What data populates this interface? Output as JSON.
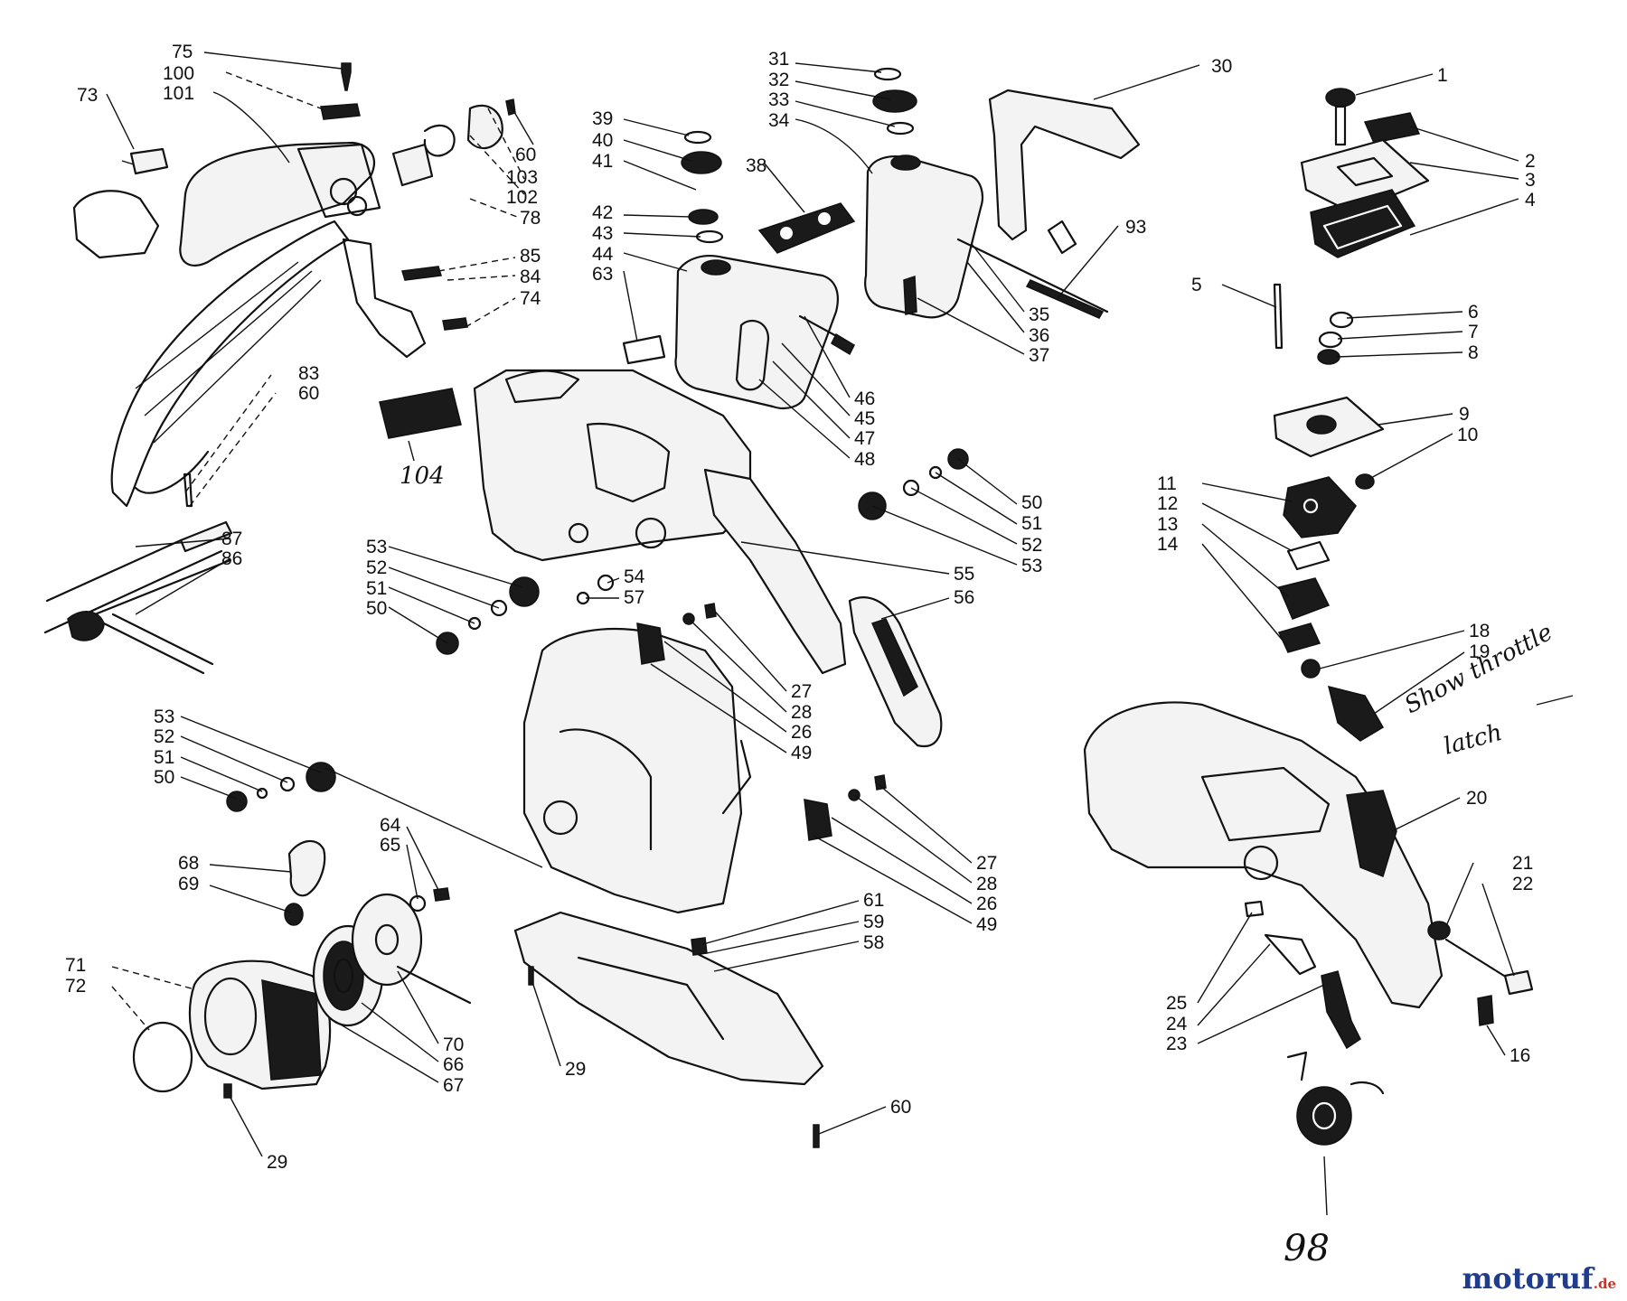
{
  "callouts": [
    {
      "id": "c75",
      "label": "75"
    },
    {
      "id": "c100",
      "label": "100"
    },
    {
      "id": "c101",
      "label": "101"
    },
    {
      "id": "c73",
      "label": "73"
    },
    {
      "id": "c60a",
      "label": "60"
    },
    {
      "id": "c103",
      "label": "103"
    },
    {
      "id": "c102",
      "label": "102"
    },
    {
      "id": "c78",
      "label": "78"
    },
    {
      "id": "c85",
      "label": "85"
    },
    {
      "id": "c84",
      "label": "84"
    },
    {
      "id": "c74",
      "label": "74"
    },
    {
      "id": "c83",
      "label": "83"
    },
    {
      "id": "c60b",
      "label": "60"
    },
    {
      "id": "c87",
      "label": "87"
    },
    {
      "id": "c86",
      "label": "86"
    },
    {
      "id": "c31",
      "label": "31"
    },
    {
      "id": "c32",
      "label": "32"
    },
    {
      "id": "c33",
      "label": "33"
    },
    {
      "id": "c34",
      "label": "34"
    },
    {
      "id": "c30",
      "label": "30"
    },
    {
      "id": "c39",
      "label": "39"
    },
    {
      "id": "c40",
      "label": "40"
    },
    {
      "id": "c41",
      "label": "41"
    },
    {
      "id": "c38",
      "label": "38"
    },
    {
      "id": "c42",
      "label": "42"
    },
    {
      "id": "c43",
      "label": "43"
    },
    {
      "id": "c44",
      "label": "44"
    },
    {
      "id": "c63",
      "label": "63"
    },
    {
      "id": "c93",
      "label": "93"
    },
    {
      "id": "c35",
      "label": "35"
    },
    {
      "id": "c36",
      "label": "36"
    },
    {
      "id": "c37",
      "label": "37"
    },
    {
      "id": "c46",
      "label": "46"
    },
    {
      "id": "c45",
      "label": "45"
    },
    {
      "id": "c47",
      "label": "47"
    },
    {
      "id": "c48",
      "label": "48"
    },
    {
      "id": "c50a",
      "label": "50"
    },
    {
      "id": "c51a",
      "label": "51"
    },
    {
      "id": "c52a",
      "label": "52"
    },
    {
      "id": "c53a",
      "label": "53"
    },
    {
      "id": "c53b",
      "label": "53"
    },
    {
      "id": "c52b",
      "label": "52"
    },
    {
      "id": "c51b",
      "label": "51"
    },
    {
      "id": "c50b",
      "label": "50"
    },
    {
      "id": "c54",
      "label": "54"
    },
    {
      "id": "c57",
      "label": "57"
    },
    {
      "id": "c55",
      "label": "55"
    },
    {
      "id": "c56",
      "label": "56"
    },
    {
      "id": "c27a",
      "label": "27"
    },
    {
      "id": "c28a",
      "label": "28"
    },
    {
      "id": "c26a",
      "label": "26"
    },
    {
      "id": "c49a",
      "label": "49"
    },
    {
      "id": "c53c",
      "label": "53"
    },
    {
      "id": "c52c",
      "label": "52"
    },
    {
      "id": "c51c",
      "label": "51"
    },
    {
      "id": "c50c",
      "label": "50"
    },
    {
      "id": "c64",
      "label": "64"
    },
    {
      "id": "c65",
      "label": "65"
    },
    {
      "id": "c68",
      "label": "68"
    },
    {
      "id": "c69",
      "label": "69"
    },
    {
      "id": "c27b",
      "label": "27"
    },
    {
      "id": "c28b",
      "label": "28"
    },
    {
      "id": "c26b",
      "label": "26"
    },
    {
      "id": "c49b",
      "label": "49"
    },
    {
      "id": "c61",
      "label": "61"
    },
    {
      "id": "c59",
      "label": "59"
    },
    {
      "id": "c58",
      "label": "58"
    },
    {
      "id": "c71",
      "label": "71"
    },
    {
      "id": "c72",
      "label": "72"
    },
    {
      "id": "c70",
      "label": "70"
    },
    {
      "id": "c66",
      "label": "66"
    },
    {
      "id": "c67",
      "label": "67"
    },
    {
      "id": "c29a",
      "label": "29"
    },
    {
      "id": "c29b",
      "label": "29"
    },
    {
      "id": "c60c",
      "label": "60"
    },
    {
      "id": "c1",
      "label": "1"
    },
    {
      "id": "c2",
      "label": "2"
    },
    {
      "id": "c3",
      "label": "3"
    },
    {
      "id": "c4",
      "label": "4"
    },
    {
      "id": "c5",
      "label": "5"
    },
    {
      "id": "c6",
      "label": "6"
    },
    {
      "id": "c7",
      "label": "7"
    },
    {
      "id": "c8",
      "label": "8"
    },
    {
      "id": "c9",
      "label": "9"
    },
    {
      "id": "c10",
      "label": "10"
    },
    {
      "id": "c11",
      "label": "11"
    },
    {
      "id": "c12",
      "label": "12"
    },
    {
      "id": "c13",
      "label": "13"
    },
    {
      "id": "c14",
      "label": "14"
    },
    {
      "id": "c18",
      "label": "18"
    },
    {
      "id": "c19",
      "label": "19"
    },
    {
      "id": "c20",
      "label": "20"
    },
    {
      "id": "c21",
      "label": "21"
    },
    {
      "id": "c22",
      "label": "22"
    },
    {
      "id": "c16",
      "label": "16"
    },
    {
      "id": "c25",
      "label": "25"
    },
    {
      "id": "c24",
      "label": "24"
    },
    {
      "id": "c23",
      "label": "23"
    }
  ],
  "handwritten": {
    "note_104": "104",
    "note_throttle_line1": "Show throttle",
    "note_throttle_line2": "latch",
    "note_98": "98"
  },
  "watermark": {
    "name": "motoruf",
    "tld": ".de",
    "colors": {
      "name": "#1f3d8c",
      "tld": "#c0392b"
    }
  }
}
